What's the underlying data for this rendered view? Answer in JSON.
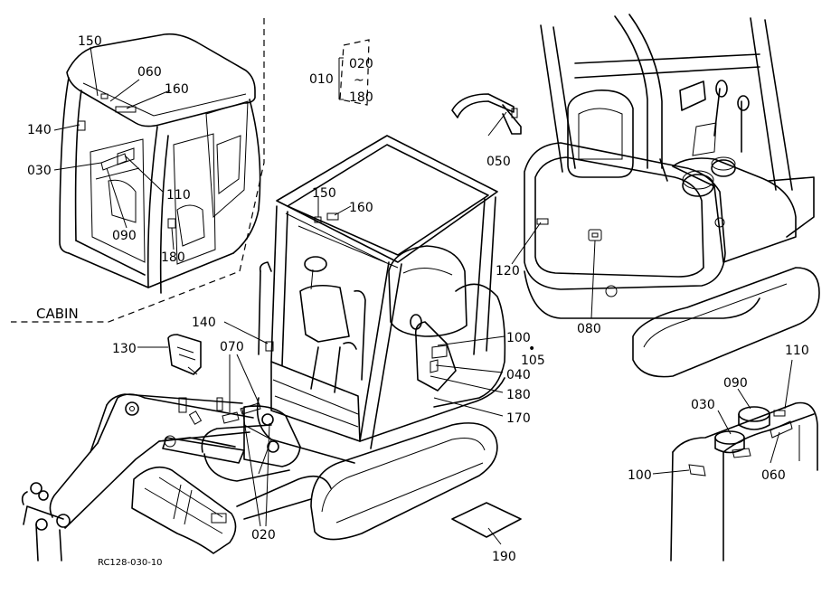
{
  "section_label": "CABIN",
  "drawing_number": "RC128-030-10",
  "range": {
    "start": "010",
    "from": "020",
    "tilde": "~",
    "to": "180"
  },
  "callouts": [
    {
      "id": "c1",
      "text": "150"
    },
    {
      "id": "c2",
      "text": "060"
    },
    {
      "id": "c3",
      "text": "160"
    },
    {
      "id": "c4",
      "text": "140"
    },
    {
      "id": "c5",
      "text": "030"
    },
    {
      "id": "c6",
      "text": "110"
    },
    {
      "id": "c7",
      "text": "090"
    },
    {
      "id": "c8",
      "text": "180"
    },
    {
      "id": "c9",
      "text": "050"
    },
    {
      "id": "c10",
      "text": "150"
    },
    {
      "id": "c11",
      "text": "160"
    },
    {
      "id": "c12",
      "text": "120"
    },
    {
      "id": "c13",
      "text": "080"
    },
    {
      "id": "c14",
      "text": "140"
    },
    {
      "id": "c15",
      "text": "130"
    },
    {
      "id": "c16",
      "text": "070"
    },
    {
      "id": "c17",
      "text": "100"
    },
    {
      "id": "c18",
      "text": "•"
    },
    {
      "id": "c19",
      "text": "105"
    },
    {
      "id": "c20",
      "text": "040"
    },
    {
      "id": "c21",
      "text": "180"
    },
    {
      "id": "c22",
      "text": "170"
    },
    {
      "id": "c23",
      "text": "110"
    },
    {
      "id": "c24",
      "text": "090"
    },
    {
      "id": "c25",
      "text": "030"
    },
    {
      "id": "c26",
      "text": "060"
    },
    {
      "id": "c27",
      "text": "100"
    },
    {
      "id": "c28",
      "text": "020"
    },
    {
      "id": "c29",
      "text": "190"
    }
  ]
}
